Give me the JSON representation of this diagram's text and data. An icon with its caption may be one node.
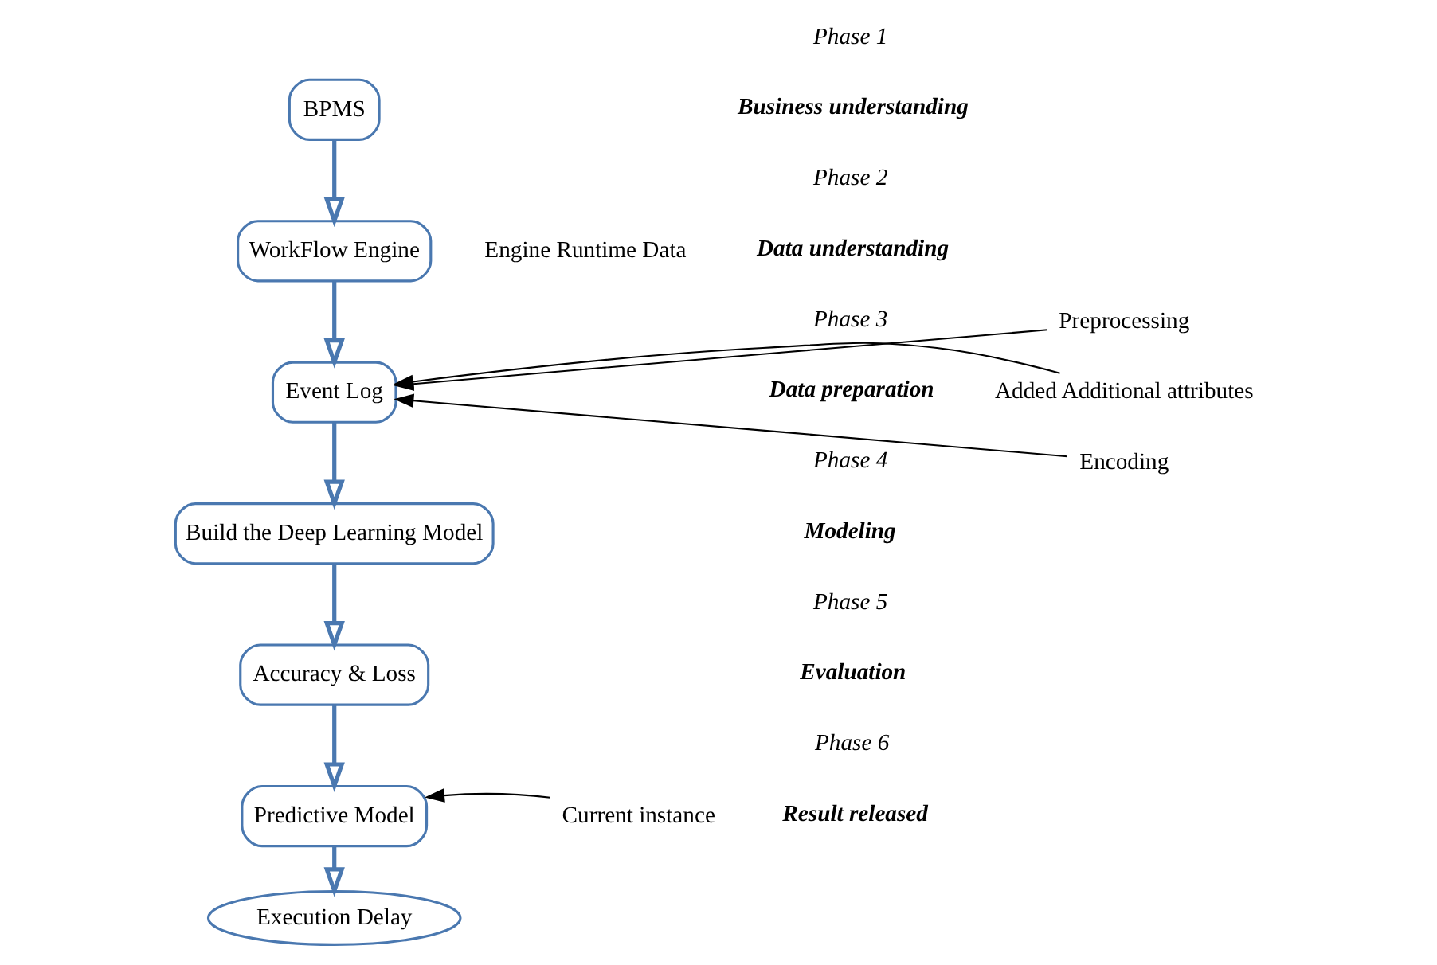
{
  "diagram": {
    "nodes": [
      {
        "text": [
          "BPMS"
        ]
      },
      {
        "text": [
          "WorkFlow Engine"
        ]
      },
      {
        "text": [
          "Event Log"
        ]
      },
      {
        "text": [
          "Build the Deep Learning Model"
        ]
      },
      {
        "text": [
          "Accuracy & Loss"
        ]
      },
      {
        "text": [
          "Predictive Model"
        ]
      },
      {
        "text": [
          "Execution Delay"
        ]
      },
      {
        "text": [
          "Preprocessing"
        ]
      },
      {
        "text": [
          "Added Additional attributes"
        ]
      },
      {
        "text": [
          "Encoding"
        ]
      },
      {
        "text": [
          "Current instance"
        ]
      }
    ],
    "edges": [
      {
        "from": 0,
        "to": 1,
        "arrow": "to"
      },
      {
        "from": 1,
        "to": 2,
        "arrow": "to"
      },
      {
        "from": 2,
        "to": 3,
        "arrow": "to"
      },
      {
        "from": 3,
        "to": 4,
        "arrow": "to"
      },
      {
        "from": 4,
        "to": 5,
        "arrow": "to"
      },
      {
        "from": 5,
        "to": 6,
        "arrow": "to"
      },
      {
        "from": 7,
        "to": 2,
        "arrow": "to",
        "color": "#000000"
      },
      {
        "from": 8,
        "to": 2,
        "arrow": "to",
        "color": "#000000"
      },
      {
        "from": 9,
        "to": 2,
        "arrow": "to",
        "color": "#000000"
      },
      {
        "from": 10,
        "to": 5,
        "arrow": "to",
        "color": "#000000"
      }
    ],
    "labels": [
      "Phase 1",
      "Business understanding",
      "Phase 2",
      "Data understanding",
      "Engine Runtime Data",
      "Phase 3",
      "Data preparation",
      "Phase 4",
      "Modeling",
      "Phase 5",
      "Evaluation",
      "Phase 6",
      "Result released"
    ]
  }
}
